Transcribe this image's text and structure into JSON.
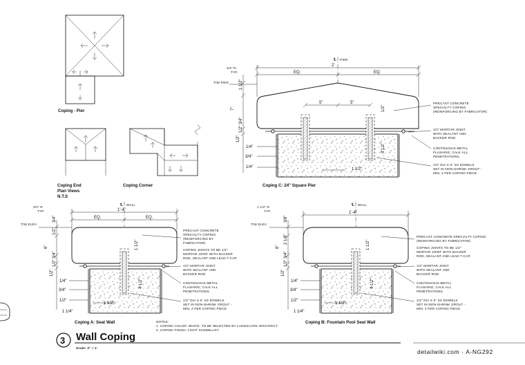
{
  "plan_views": {
    "pier_label": "Coping - Pier",
    "end_label": "Coping End",
    "corner_label": "Coping Corner",
    "plan_views_label": "Plan Views",
    "nts_label": "N.T.S"
  },
  "detail_c": {
    "title": "Coping C: 24\" Square Pier",
    "center_label": "PIER",
    "overall_dim": "2'",
    "eq_left": "EQ.",
    "eq_right": "EQ.",
    "radius_note_1": "3/4\" R.",
    "radius_note_2": "TYP.",
    "tw_label": "T/W PIER",
    "top_dim": "1 1/2\"",
    "height_dim": "7\"",
    "dim_side_1": "3/4\"",
    "dim_side_2": "1/2\"",
    "dowel_spacing_left": "5\"",
    "dowel_spacing_right": "5\"",
    "dowel_top_dim": "1/2\"",
    "dowel_embed_dim": "4 1/2\"",
    "bottom_dim_1": "1/2\"",
    "bottom_dim_2": "1/4\"",
    "bottom_dim_3": "3/4\"",
    "bottom_dim_4": "1/4\"",
    "bottom_dim_5": "1 1/2\"",
    "callout_1": [
      "PRECAST CONCRETE",
      "SPECIALTY COPING",
      "(REINFORCING BY FABRICATOR)"
    ],
    "callout_2": [
      "1/2\" MORTAR JOINT",
      "WITH SEALANT AND",
      "BACKER ROD"
    ],
    "callout_3": [
      "CONTINUOUS METAL",
      "FLASHING; CALK ALL",
      "PENETRATIONS."
    ],
    "callout_4": [
      "1/2\" DIA X 6\" SS DOWELS",
      "SET IN NON-SHRINK GROUT -",
      "MIN. 2 PER COPING PIECE"
    ]
  },
  "detail_a": {
    "title": "Coping A: Seat Wall",
    "center_label": "WALL",
    "overall_dim": "1'-4\"",
    "eq_left": "EQ.",
    "eq_right": "EQ.",
    "radius_note_1": "3/4\" R",
    "radius_note_2": "TYP.",
    "tw_label": "T/W ELEV.",
    "dim_top": "3/4\"",
    "dim_2": "1/2\"",
    "height_dim": "6\"",
    "dim_3": "3/4\"",
    "dim_4": "1/2\"",
    "dowel_top_dim": "1 1/2\"",
    "dowel_embed_dim": "4 1/2\"",
    "bottom_dim_1": "1/2\"",
    "bottom_dim_2": "1/4\"",
    "bottom_dim_3": "3/4\"",
    "bottom_dim_4": "1/2\"",
    "bottom_dim_5": "1 1/2\"",
    "bottom_dim_6": "1 1/4\"",
    "callout_1": [
      "PRECAST CONCRETE",
      "SPECIALTY COPING",
      "(REINFORCING BY",
      "FABRICATOR)"
    ],
    "callout_2": [
      "COPING JOINTS TO BE 1/2\"",
      "MORTAR JOINT WITH BACKER",
      "ROD, SEALANT AND LEAD T-CAP."
    ],
    "callout_3": [
      "1/2\" MORTAR JOINT",
      "WITH SEALANT AND",
      "BACKER ROD"
    ],
    "callout_4": [
      "CONTINUOUS METAL",
      "FLASHING; CALK ALL",
      "PENETRATIONS."
    ],
    "callout_5": [
      "1/2\" DIA X 6\" SS DOWELS",
      "SET IN NON-SHRINK GROUT -",
      "MIN. 2 PER COPING PIECE"
    ]
  },
  "detail_b": {
    "title": "Coping B: Fountain Pool Seat Wall",
    "center_label": "WALL",
    "overall_dim": "1'-4\"",
    "radius_note_1": "1 1/2\" R",
    "radius_note_2": "TYP.",
    "tw_label": "T/W ELEV.",
    "dim_top": "3/8\"",
    "height_dim": "6\"",
    "dim_2": "3/4\"",
    "dim_3": "2 1/8\"",
    "dim_4": "1/2\"",
    "dowel_top_dim": "1 1/2\"",
    "dowel_embed_dim": "4 1/2\"",
    "bottom_dim_1": "1/2\"",
    "bottom_dim_2": "1/4\"",
    "bottom_dim_3": "3/4\"",
    "bottom_dim_4": "1/2\"",
    "bottom_dim_5": "1 1/2\"",
    "bottom_dim_6": "1 1/4\"",
    "callout_1": [
      "PRECAST CONCRETE SPECIALTY COPING",
      "(REINFORCING BY FABRICATOR)"
    ],
    "callout_2": [
      "COPING JOINTS TO BE 1/2\"",
      "MORTAR JOINT WITH BACKER",
      "ROD, SEALANT AND LEAD T-CAP."
    ],
    "callout_3": [
      "1/2\" MORTAR JOINT",
      "WITH SEALANT AND",
      "BACKER ROD"
    ],
    "callout_4": [
      "CONTINUOUS METAL",
      "FLASHING; CALK ALL",
      "PENETRATIONS."
    ],
    "callout_5": [
      "1/2\" DIA X 6\" SS DOWELS",
      "SET IN NON-SHRINK GROUT -",
      "MIN. 2 PER COPING PIECE"
    ]
  },
  "notes": {
    "heading": "NOTES:",
    "items": [
      "1.   COPING COLOR: WHITE- TO BE SELECTED BY LANDSCAPE ARCHITECT",
      "2.   COPING FINISH: LIGHT SANDBLAST"
    ]
  },
  "title_block": {
    "number": "3",
    "title": "Wall Coping",
    "scale": "Scale: 3\" = 1'"
  },
  "watermark": "detailwiki.com · A-NG292"
}
